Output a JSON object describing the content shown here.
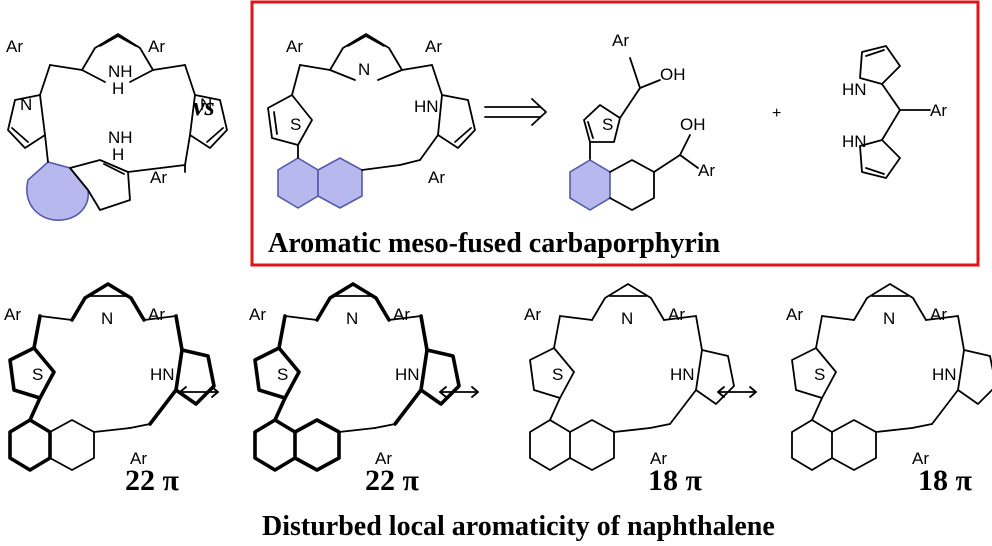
{
  "labels": {
    "vs": "vs",
    "ar": "Ar",
    "nh": "NH",
    "hn": "HN",
    "h": "H",
    "n": "N",
    "s": "S",
    "oh": "OH",
    "plus": "+",
    "pi_22": "22 π",
    "pi_18": "18 π"
  },
  "box": {
    "title": "Aromatic meso-fused  carbaporphyrin",
    "border_color": "#e0141b"
  },
  "bottom_caption": "Disturbed local aromaticity of naphthalene",
  "colors": {
    "highlight_fill": "#b7b8ee",
    "highlight_stroke": "#555aa8"
  }
}
